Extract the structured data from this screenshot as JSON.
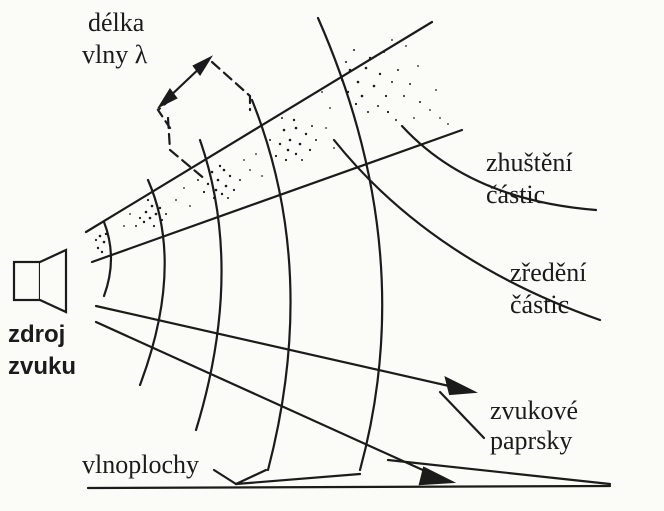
{
  "labels": {
    "wavelength_line1": "délka",
    "wavelength_line2": "vlny λ",
    "compression_line1": "zhuštění",
    "compression_line2": "částic",
    "rarefaction_line1": "zředění",
    "rarefaction_line2": "částic",
    "source_line1": "zdroj",
    "source_line2": "zvuku",
    "rays_line1": "zvukové",
    "rays_line2": "paprsky",
    "wavefronts": "vlnoplochy"
  },
  "colors": {
    "ink": "#1b1b1b",
    "paper": "#fbfbf8"
  }
}
